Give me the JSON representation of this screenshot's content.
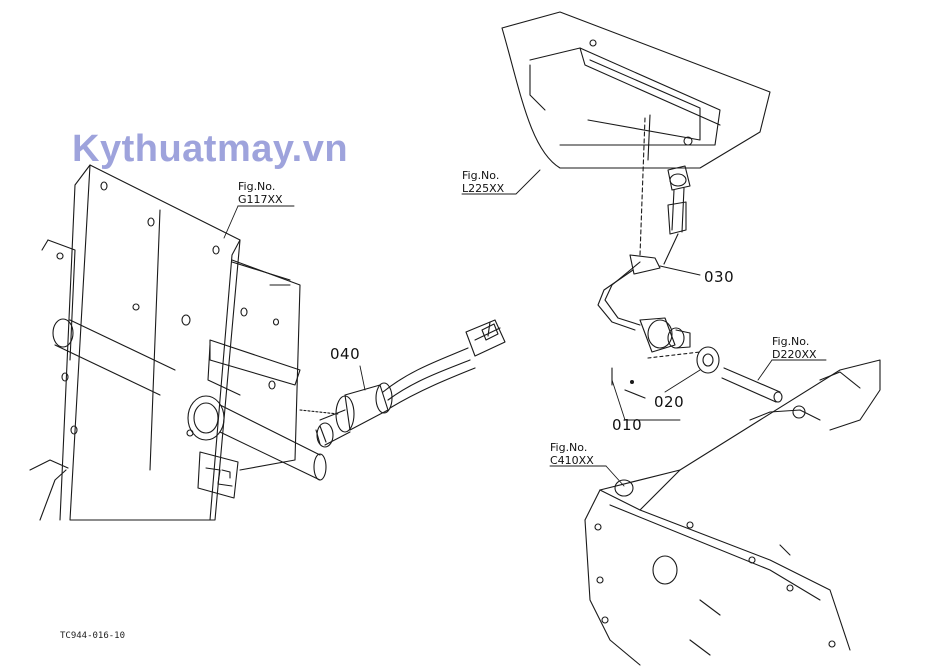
{
  "watermark": "Kythuatmay.vn",
  "figure_code": "TC944-016-10",
  "references": [
    {
      "title": "Fig.No.",
      "code": "G117XX"
    },
    {
      "title": "Fig.No.",
      "code": "L225XX"
    },
    {
      "title": "Fig.No.",
      "code": "D220XX"
    },
    {
      "title": "Fig.No.",
      "code": "C410XX"
    }
  ],
  "parts": [
    "040",
    "030",
    "020",
    "010"
  ],
  "colors": {
    "line": "#1a1a1a",
    "watermark": "#9ea3dc",
    "background": "#ffffff"
  }
}
